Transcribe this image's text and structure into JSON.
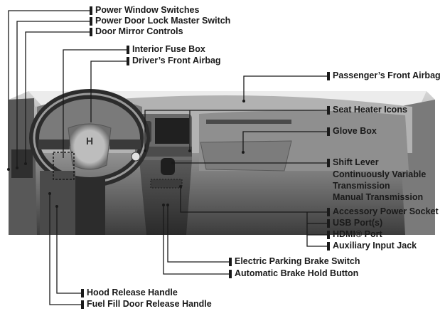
{
  "labels": {
    "power_window_switches": "Power Window Switches",
    "power_door_lock_master_switch": "Power Door Lock Master Switch",
    "door_mirror_controls": "Door Mirror Controls",
    "interior_fuse_box": "Interior Fuse Box",
    "drivers_front_airbag": "Driver’s Front Airbag",
    "passengers_front_airbag": "Passenger’s Front Airbag",
    "seat_heater_icons": "Seat Heater Icons",
    "glove_box": "Glove Box",
    "shift_lever": "Shift Lever",
    "continuously_variable_transmission_1": "Continuously Variable",
    "continuously_variable_transmission_2": "Transmission",
    "manual_transmission": "Manual Transmission",
    "accessory_power_socket": "Accessory Power Socket",
    "usb_ports": "USB Port(s)",
    "hdmi_port": "HDMI® Port",
    "auxiliary_input_jack": "Auxiliary Input Jack",
    "electric_parking_brake_switch": "Electric Parking Brake Switch",
    "automatic_brake_hold_button": "Automatic Brake Hold Button",
    "hood_release_handle": "Hood Release Handle",
    "fuel_fill_door_release_handle": "Fuel Fill Door Release Handle"
  },
  "illustration": {
    "badge_letter": "H"
  },
  "colors": {
    "text": "#1a1a1a",
    "leader": "#1a1a1a",
    "dash_light": "#d9d9d9",
    "dash_mid": "#9a9a9a",
    "dash_dark": "#3a3a3a"
  }
}
